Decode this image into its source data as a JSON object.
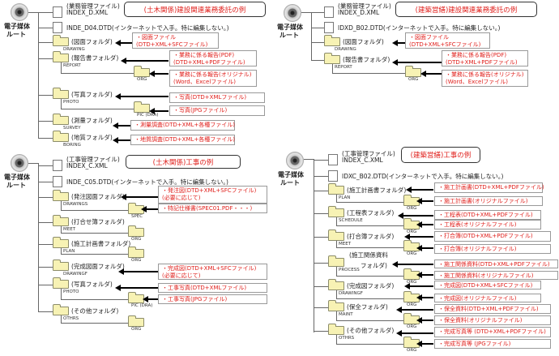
{
  "panels": [
    {
      "title": "(土木関係)建設関連業務委託の例",
      "root_line1": "電子媒体",
      "root_line2": "ルート",
      "files": [
        {
          "caption": "(業務管理ファイル)",
          "name": "INDEX_D.XML"
        },
        {
          "name": "INDE_D04.DTD(インターネットで入手。特に編集しない。)"
        }
      ],
      "folders": [
        {
          "label": "(図面フォルダ)",
          "code": "DRAWING",
          "notes": [
            "・図面ファイル",
            "(DTD+XML+SFCファイル)"
          ]
        },
        {
          "label": "(報告書フォルダ)",
          "code": "REPORT",
          "notes": [
            "・業務に係る報告(PDF)",
            "(DTD+XML+PDFファイル)"
          ],
          "sub": {
            "code": "ORG",
            "notes": [
              "・業務に係る報告(オリジナル)",
              "(Word、Excelファイル)"
            ]
          }
        },
        {
          "label": "(写真フォルダ)",
          "code": "PHOTO",
          "notes": [
            "・写真(DTD+XMLファイル)"
          ],
          "sub": {
            "code": "PIC (DRA)",
            "notes": [
              "・写真(JPGファイル)"
            ]
          }
        },
        {
          "label": "(測量フォルダ)",
          "code": "SURVEY",
          "notes": [
            "・測量調査(DTD+XML+各種ファイル)"
          ]
        },
        {
          "label": "(地質フォルダ)",
          "code": "BORING",
          "notes": [
            "・地質調査(DTD+XML+各種ファイル)"
          ]
        }
      ]
    },
    {
      "title": "(建築営繕)建設関連業務委託の例",
      "root_line1": "電子媒体",
      "root_line2": "ルート",
      "files": [
        {
          "caption": "(業務管理ファイル)",
          "name": "INDEX_D.XML"
        },
        {
          "name": "IDXD_B02.DTD(インターネットで入手。特に編集しない。)"
        }
      ],
      "folders": [
        {
          "label": "(図面フォルダ)",
          "code": "DRAWING",
          "notes": [
            "・図面ファイル",
            "(DTD+XML+SFCファイル)"
          ]
        },
        {
          "label": "(報告書フォルダ)",
          "code": "REPORT",
          "notes": [
            "・業務に係る報告(PDF)",
            "(DTD+XML+PDFファイル)"
          ],
          "sub": {
            "code": "ORG",
            "notes": [
              "・業務に係る報告(オリジナル)",
              "(Word、Excelファイル)"
            ]
          }
        }
      ]
    },
    {
      "title": "(土木関係)工事の例",
      "root_line1": "電子媒体",
      "root_line2": "ルート",
      "files": [
        {
          "caption": "(工事管理ファイル)",
          "name": "INDEX_C.XML"
        },
        {
          "name": "INDE_C05.DTD(インターネットで入手。特に編集しない。)"
        }
      ],
      "folders": [
        {
          "label": "(発注図面フォルダ)",
          "code": "DRAWINGS",
          "notes": [
            "・発注図(DTD+XML+SFCファイル)",
            "(必要に応じて)"
          ],
          "sub": {
            "code": "SPEC",
            "notes": [
              "・特記仕様書(SPEC01.PDF・・・)"
            ]
          }
        },
        {
          "label": "(打合せ簿フォルダ)",
          "code": "MEET",
          "sub": {
            "code": "ORG"
          }
        },
        {
          "label": "(施工計画書フォルダ)",
          "code": "PLAN",
          "sub": {
            "code": "ORG"
          }
        },
        {
          "label": "(完成図面フォルダ)",
          "code": "DRAWINGF",
          "notes": [
            "・完成図(DTD+XML+SFCファイル)",
            "(必要に応じて)"
          ]
        },
        {
          "label": "(写真フォルダ)",
          "code": "PHOTO",
          "notes": [
            "・工事写真(DTD+XMLファイル)"
          ],
          "sub": {
            "code": "PIC (DRA)",
            "notes": [
              "・工事写真(JPGファイル)"
            ]
          }
        },
        {
          "label": "(その他フォルダ)",
          "code": "OTHRS",
          "sub": {
            "code": "ORG"
          }
        }
      ]
    },
    {
      "title": "(建築営繕)工事の例",
      "root_line1": "電子媒体",
      "root_line2": "ルート",
      "files": [
        {
          "caption": "(工事管理ファイル)",
          "name": "INDEX_C.XML"
        },
        {
          "name": "IDXC_B02.DTD(インターネットで入手。特に編集しない。)"
        }
      ],
      "folders": [
        {
          "label": "(施工計画書フォルダ)",
          "code": "PLAN",
          "notes": [
            "・施工計画書(DTD+XML+PDFファイル)"
          ],
          "sub": {
            "code": "ORG",
            "notes": [
              "・施工計画書(オリジナルファイル)"
            ]
          }
        },
        {
          "label": "(工程表フォルダ)",
          "code": "SCHEDULE",
          "notes": [
            "・工程表(DTD+XML+PDFファイル)"
          ],
          "sub": {
            "code": "ORG",
            "notes": [
              "・工程表(オリジナルファイル)"
            ]
          }
        },
        {
          "label": "(打合簿フォルダ)",
          "code": "MEET",
          "notes": [
            "・打合簿(DTD+XML+PDFファイル)"
          ],
          "sub": {
            "code": "ORG",
            "notes": [
              "・打合簿(オリジナルファイル)"
            ]
          }
        },
        {
          "label": "(施工関係資料",
          "label2": "フォルダ)",
          "code": "PROCESS",
          "notes": [
            "・施工関係資料(DTD+XML+PDFファイル)"
          ],
          "sub": {
            "code": "ORG",
            "notes": [
              "・施工関係資料(オリジナルファイル)"
            ]
          }
        },
        {
          "label": "(完成図フォルダ)",
          "code": "DRAWINGF",
          "notes": [
            "・完成図(DTD+XML+SFCファイル)"
          ],
          "sub": {
            "code": "ORG",
            "notes": [
              "・完成図(オリジナルファイル)"
            ]
          }
        },
        {
          "label": "(保全フォルダ)",
          "code": "MAINT",
          "notes": [
            "・保全資料(DTD+XML+PDFファイル)"
          ],
          "sub": {
            "code": "ORG",
            "notes": [
              "・保全資料(オリジナルファイル)"
            ]
          }
        },
        {
          "label": "(その他フォルダ)",
          "code": "OTHRS",
          "notes": [
            "・完成写真等 (DTD+XML+PDFファイル)"
          ],
          "sub": {
            "code": "ORG",
            "notes": [
              "・完成写真等 (JPGファイル)"
            ]
          }
        }
      ]
    }
  ],
  "colors": {
    "note_text": "#e0201c",
    "folder_fill": "#f7f2b4",
    "line": "#666666"
  }
}
